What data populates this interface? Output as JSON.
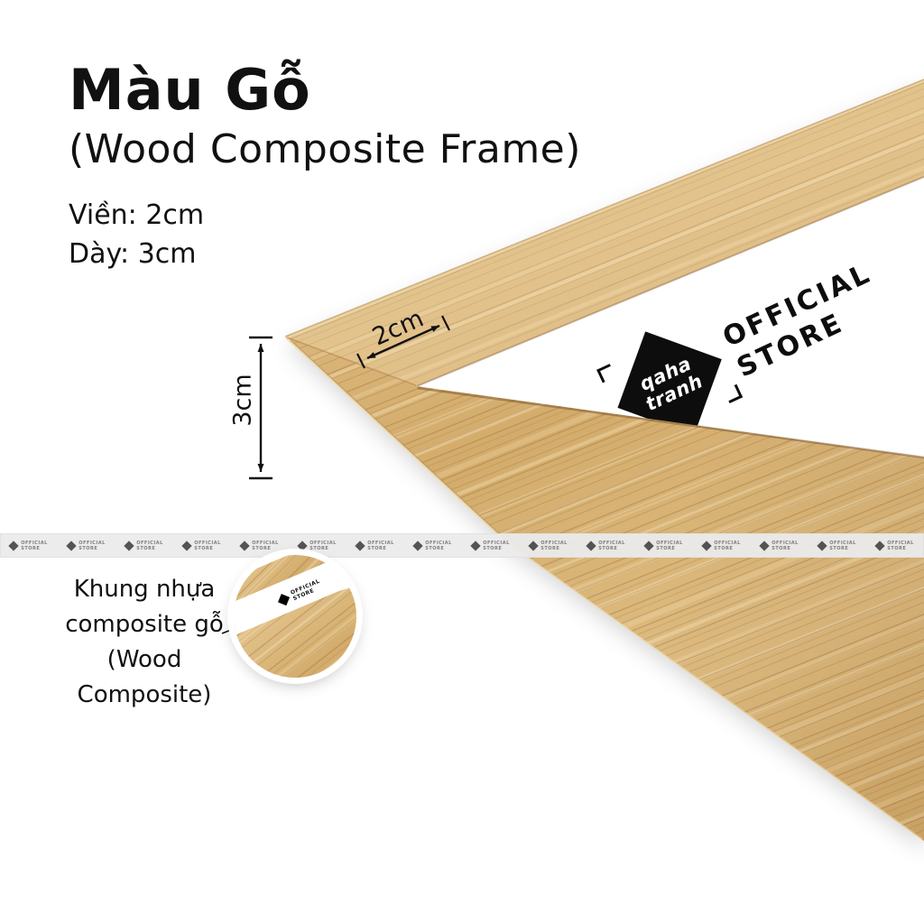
{
  "header": {
    "title": "Màu Gỗ",
    "subtitle": "(Wood Composite Frame)",
    "spec_border": "Viền: 2cm",
    "spec_thickness": "Dày: 3cm"
  },
  "dimensions": {
    "border_label": "2cm",
    "thickness_label": "3cm"
  },
  "logo": {
    "brand_line1": "qaha",
    "brand_line2": "tranh",
    "store_line1": "OFFICIAL",
    "store_line2": "STORE"
  },
  "watermark": {
    "count": 16,
    "line1": "OFFICIAL",
    "line2": "STORE"
  },
  "callout": {
    "line1": "Khung nhựa",
    "line2": "composite gỗ",
    "line3": "(Wood Composite)"
  },
  "colors": {
    "wood_base": "#d9b77c",
    "wood_dark": "#b98c52",
    "wood_light": "#ecd3a2",
    "text": "#111111",
    "strip_bg": "#ebebeb",
    "logo_black": "#0d0d0d"
  }
}
